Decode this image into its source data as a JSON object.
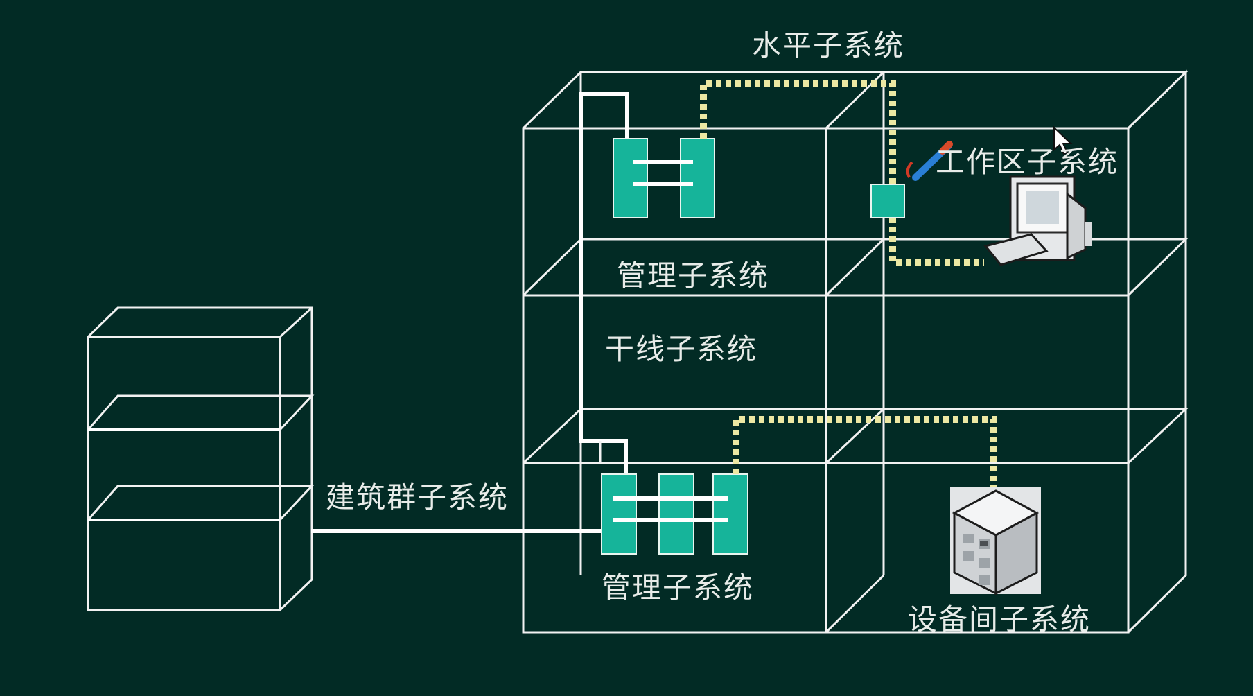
{
  "labels": {
    "horizontal": "水平子系统",
    "work_area": "工作区子系统",
    "admin_top": "管理子系统",
    "backbone": "干线子系统",
    "campus": "建筑群子系统",
    "admin_bottom": "管理子系统",
    "equipment_room": "设备间子系统"
  },
  "colors": {
    "background": "#022b25",
    "outline": "#f2f2f2",
    "panel": "#16b49a",
    "dotted_cable": "#ece8a3"
  },
  "icons": {
    "workstation": "desktop-computer-icon",
    "server": "server-cabinet-icon",
    "pen": "pen-annotation-icon",
    "cursor": "mouse-pointer-icon"
  }
}
